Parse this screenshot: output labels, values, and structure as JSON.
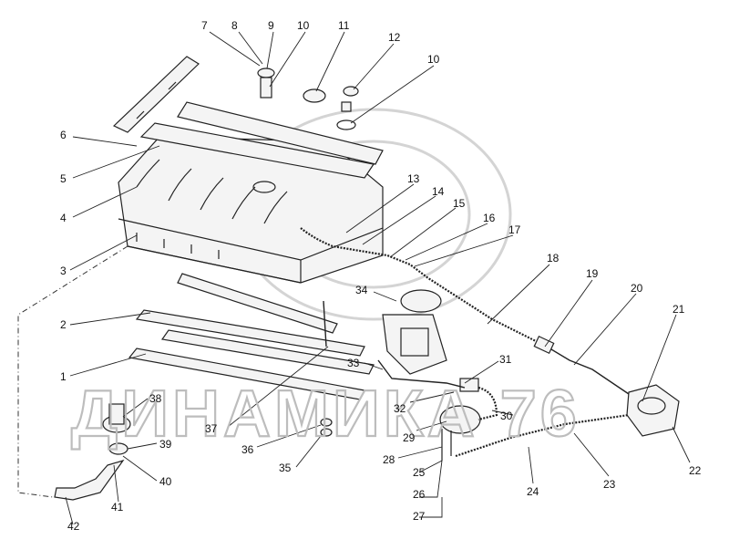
{
  "watermark": {
    "text": "ДИНАМИКА 76"
  },
  "callouts": [
    "1",
    "2",
    "3",
    "4",
    "5",
    "6",
    "7",
    "8",
    "9",
    "10",
    "10",
    "11",
    "12",
    "13",
    "14",
    "15",
    "16",
    "17",
    "18",
    "19",
    "20",
    "21",
    "22",
    "23",
    "24",
    "25",
    "26",
    "27",
    "28",
    "29",
    "30",
    "31",
    "32",
    "33",
    "34",
    "35",
    "36",
    "37",
    "38",
    "39",
    "40",
    "41",
    "42"
  ]
}
